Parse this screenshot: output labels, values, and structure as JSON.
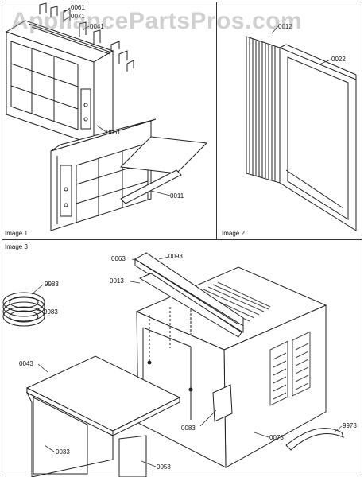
{
  "watermark": "AppliancePartsPros.com",
  "image_labels": {
    "image1": "Image 1",
    "image2": "Image 2",
    "image3": "Image 3"
  },
  "callouts": {
    "p0061": "0061",
    "p0071": "0071",
    "p0041": "0041",
    "p0051": "0051",
    "p0011": "0011",
    "p0012": "0012",
    "p0022": "0022",
    "p0063": "0063",
    "p0093": "0093",
    "p0013": "0013",
    "p9983a": "9983",
    "p9983b": "9983",
    "p0043": "0043",
    "p0083": "0083",
    "p0033": "0033",
    "p0053": "0053",
    "p0073": "0073",
    "p9973": "9973"
  }
}
